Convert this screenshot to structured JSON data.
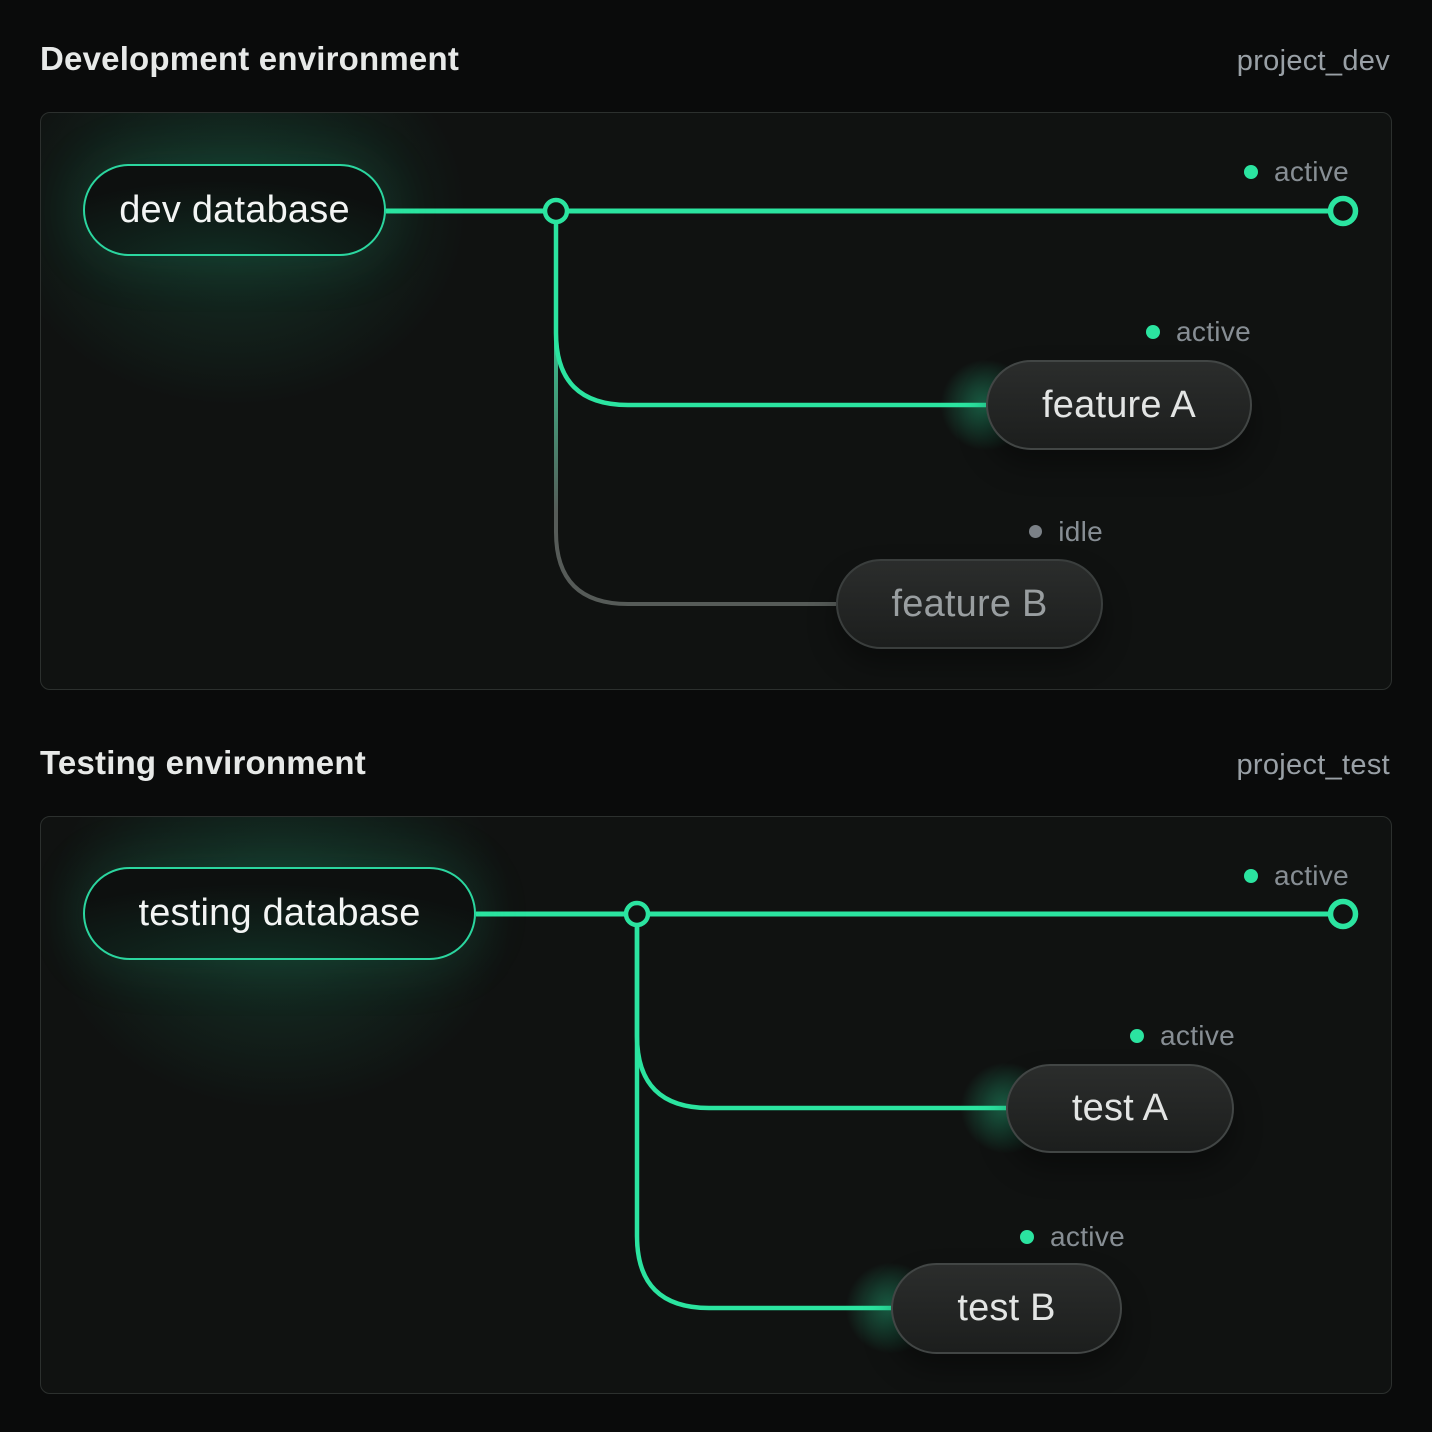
{
  "colors": {
    "accent_green": "#2be4a0",
    "idle_gray": "#7b8187",
    "panel_background": "#101211",
    "page_background": "#0a0b0b"
  },
  "sections": [
    {
      "title": "Development environment",
      "project": "project_dev",
      "root_label": "dev database",
      "main_status": "active",
      "branches": [
        {
          "label": "feature A",
          "status": "active"
        },
        {
          "label": "feature B",
          "status": "idle"
        }
      ]
    },
    {
      "title": "Testing environment",
      "project": "project_test",
      "root_label": "testing database",
      "main_status": "active",
      "branches": [
        {
          "label": "test A",
          "status": "active"
        },
        {
          "label": "test B",
          "status": "active"
        }
      ]
    }
  ]
}
